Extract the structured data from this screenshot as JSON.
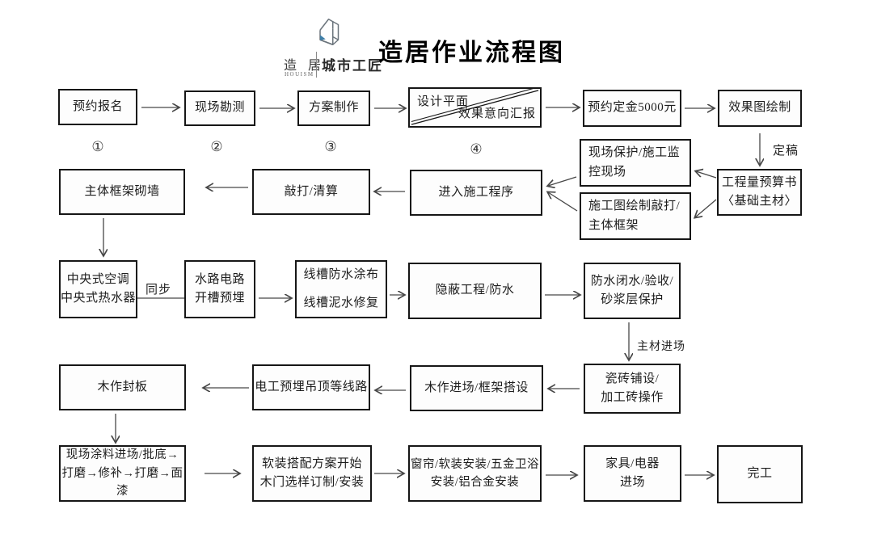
{
  "title": "造居作业流程图",
  "logo": {
    "name_cn": "造 居",
    "name_en": "HOUISM",
    "tagline": "城市工匠",
    "accent_color": "#3f7fa8"
  },
  "step_numbers": {
    "s1": "①",
    "s2": "②",
    "s3": "③",
    "s4": "④"
  },
  "edge_labels": {
    "final_draft": "定稿",
    "sync": "同步",
    "materials_enter": "主材进场"
  },
  "nodes": {
    "n01": "预约报名",
    "n02": "现场勘测",
    "n03": "方案制作",
    "n04_top": "设计平面",
    "n04_bottom": "效果意向汇报",
    "n05": "预约定金5000元",
    "n06": "效果图绘制",
    "n07": "现场保护/施工监\n控现场",
    "n08": "施工图绘制敲打/\n主体框架",
    "n09": "工程量预算书\n〈基础主材〉",
    "n10": "主体框架砌墙",
    "n11": "敲打/清算",
    "n12": "进入施工程序",
    "n13": "中央式空调\n中央式热水器",
    "n14": "水路电路\n开槽预埋",
    "n15": "线槽防水涂布\n线槽泥水修复",
    "n16": "隐蔽工程/防水",
    "n17": "防水闭水/验收/\n砂浆层保护",
    "n18": "木作封板",
    "n19": "电工预埋吊顶等线路",
    "n20": "木作进场/框架搭设",
    "n21": "瓷砖铺设/\n加工砖操作",
    "n22": "现场涂料进场/批底→\n打磨→修补→打磨→面\n漆",
    "n23": "软装搭配方案开始\n木门选样订制/安装",
    "n24": "窗帘/软装安装/五金卫浴\n安装/铝合金安装",
    "n25": "家具/电器\n进场",
    "n26": "完工"
  }
}
